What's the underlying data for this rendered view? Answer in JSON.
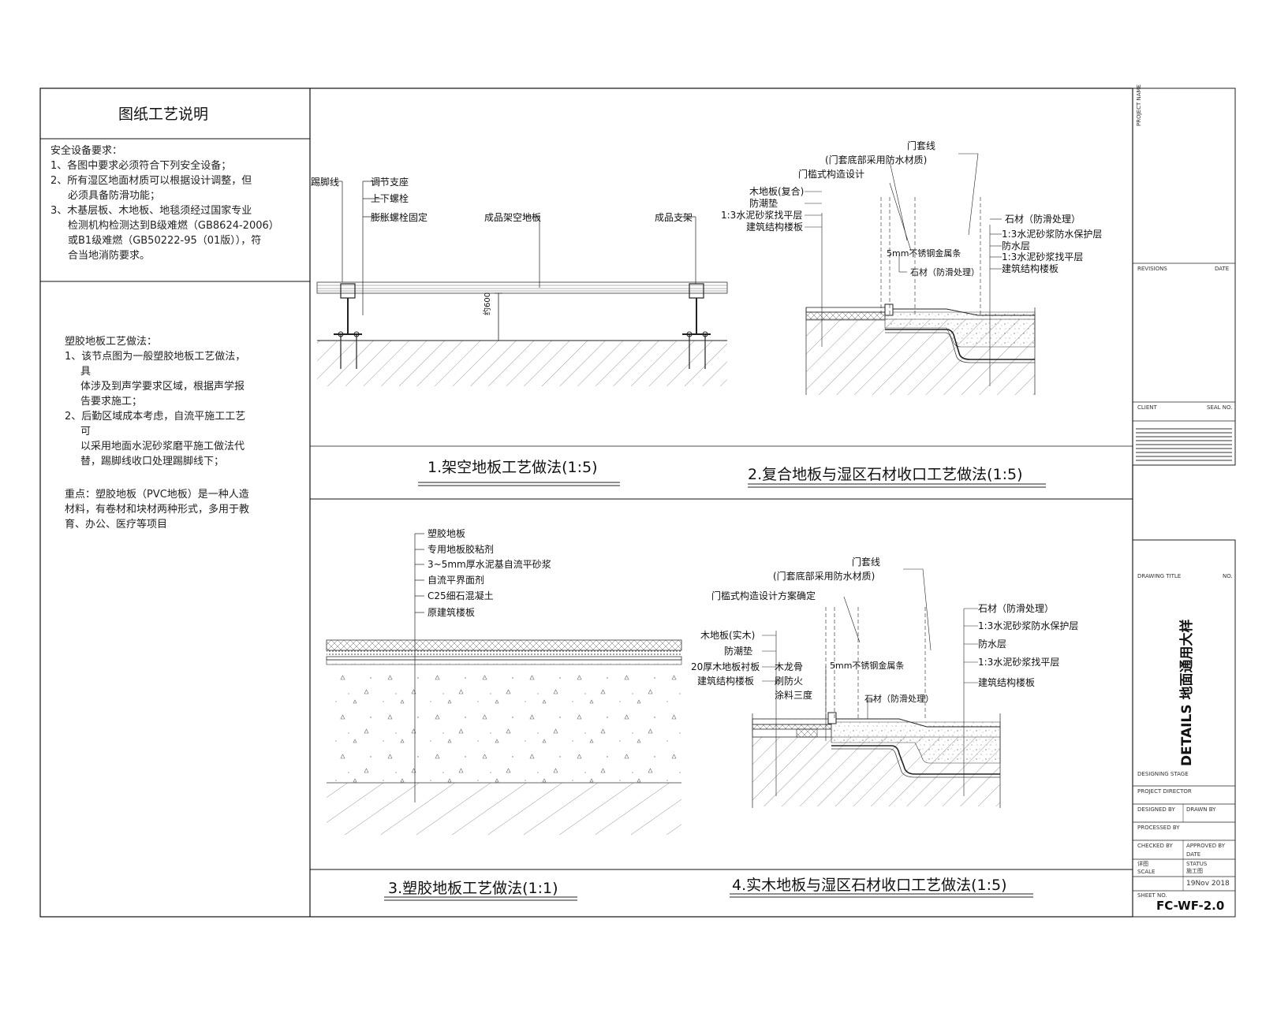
{
  "notes": {
    "header": "图纸工艺说明",
    "safety": [
      "安全设备要求：",
      "1、各图中要求必须符合下列安全设备；",
      "2、所有湿区地面材质可以根据设计调整，但",
      "必须具备防滑功能；",
      "3、木基层板、木地板、地毯须经过国家专业",
      "检测机构检测达到B级难燃（GB8624-2006）",
      "或B1级难燃（GB50222-95（01版）），符",
      "合当地消防要求。"
    ],
    "pvc_method": [
      "塑胶地板工艺做法：",
      "1、该节点图为一般塑胶地板工艺做法，",
      "具",
      "体涉及到声学要求区域，根据声学报",
      "告要求施工；",
      "2、后勤区域成本考虑，自流平施工工艺",
      "可",
      "以采用地面水泥砂浆磨平施工做法代",
      "替，踢脚线收口处理踢脚线下；"
    ],
    "key_point": [
      "重点：塑胶地板（PVC地板）是一种人造",
      "材料，有卷材和块材两种形式，多用于教",
      "育、办公、医疗等项目"
    ]
  },
  "details": {
    "d1": {
      "title": "1.架空地板工艺做法(1:5)",
      "labels": {
        "left": "踢脚线",
        "a": "调节支座",
        "b": "上下螺栓",
        "c": "膨胀螺栓固定",
        "d": "成品架空地板",
        "e": "成品支架",
        "dim": "约600"
      }
    },
    "d2": {
      "title": "2.复合地板与湿区石材收口工艺做法(1:5)",
      "labels": {
        "door1": "门套线",
        "door2": "(门套底部采用防水材质)",
        "door3": "门槛式构造设计",
        "l1": "木地板(复合)",
        "l2": "防潮垫",
        "l3": "1:3水泥砂浆找平层",
        "l4": "建筑结构楼板",
        "r1": "石材（防滑处理）",
        "r2": "1:3水泥砂浆防水保护层",
        "r3": "防水层",
        "r4": "1:3水泥砂浆找平层",
        "r5": "建筑结构楼板",
        "m1": "5mm不锈钢金属条",
        "m2": "石材（防滑处理）"
      }
    },
    "d3": {
      "title": "3.塑胶地板工艺做法(1:1)",
      "labels": [
        "塑胶地板",
        "专用地板胶粘剂",
        "3~5mm厚水泥基自流平砂浆",
        "自流平界面剂",
        "C25细石混凝土",
        "原建筑楼板"
      ]
    },
    "d4": {
      "title": "4.实木地板与湿区石材收口工艺做法(1:5)",
      "labels": {
        "door1": "门套线",
        "door2": "(门套底部采用防水材质)",
        "door3": "门槛式构造设计方案确定",
        "l1": "木地板(实木)",
        "l2": "防潮垫",
        "l3": "20厚木地板衬板",
        "l4": "建筑结构楼板",
        "k1": "木龙骨",
        "k2": "刷防火",
        "k3": "涂料三度",
        "r1": "石材（防滑处理）",
        "r2": "1:3水泥砂浆防水保护层",
        "r3": "防水层",
        "r4": "1:3水泥砂浆找平层",
        "r5": "建筑结构楼板",
        "m1": "5mm不锈钢金属条",
        "m2": "石材（防滑处理）"
      }
    }
  },
  "title_block": {
    "top_vertical": "PROJECT NAME",
    "revisions": "REVISIONS",
    "date": "DATE",
    "client": "CLIENT",
    "seal": "SEAL NO.",
    "drawing_title": "DRAWING TITLE",
    "no": "NO.",
    "vertical_title": "DETAILS 地面通用大样",
    "designing_stage": "DESIGNING STAGE",
    "project_director": "PROJECT DIRECTOR",
    "designed_by": "DESIGNED BY",
    "drawn_by": "DRAWN BY",
    "processed_by": "PROCESSED BY",
    "checked_by": "CHECKED BY",
    "approved_by": "APPROVED BY",
    "date_label": "DATE",
    "status": "STATUS",
    "scale": "SCALE",
    "stage_value": "详图",
    "status_value": "施工图",
    "date_value": "19Nov 2018",
    "sheet_no": "SHEET NO.",
    "sheet_number": "FC-WF-2.0"
  }
}
